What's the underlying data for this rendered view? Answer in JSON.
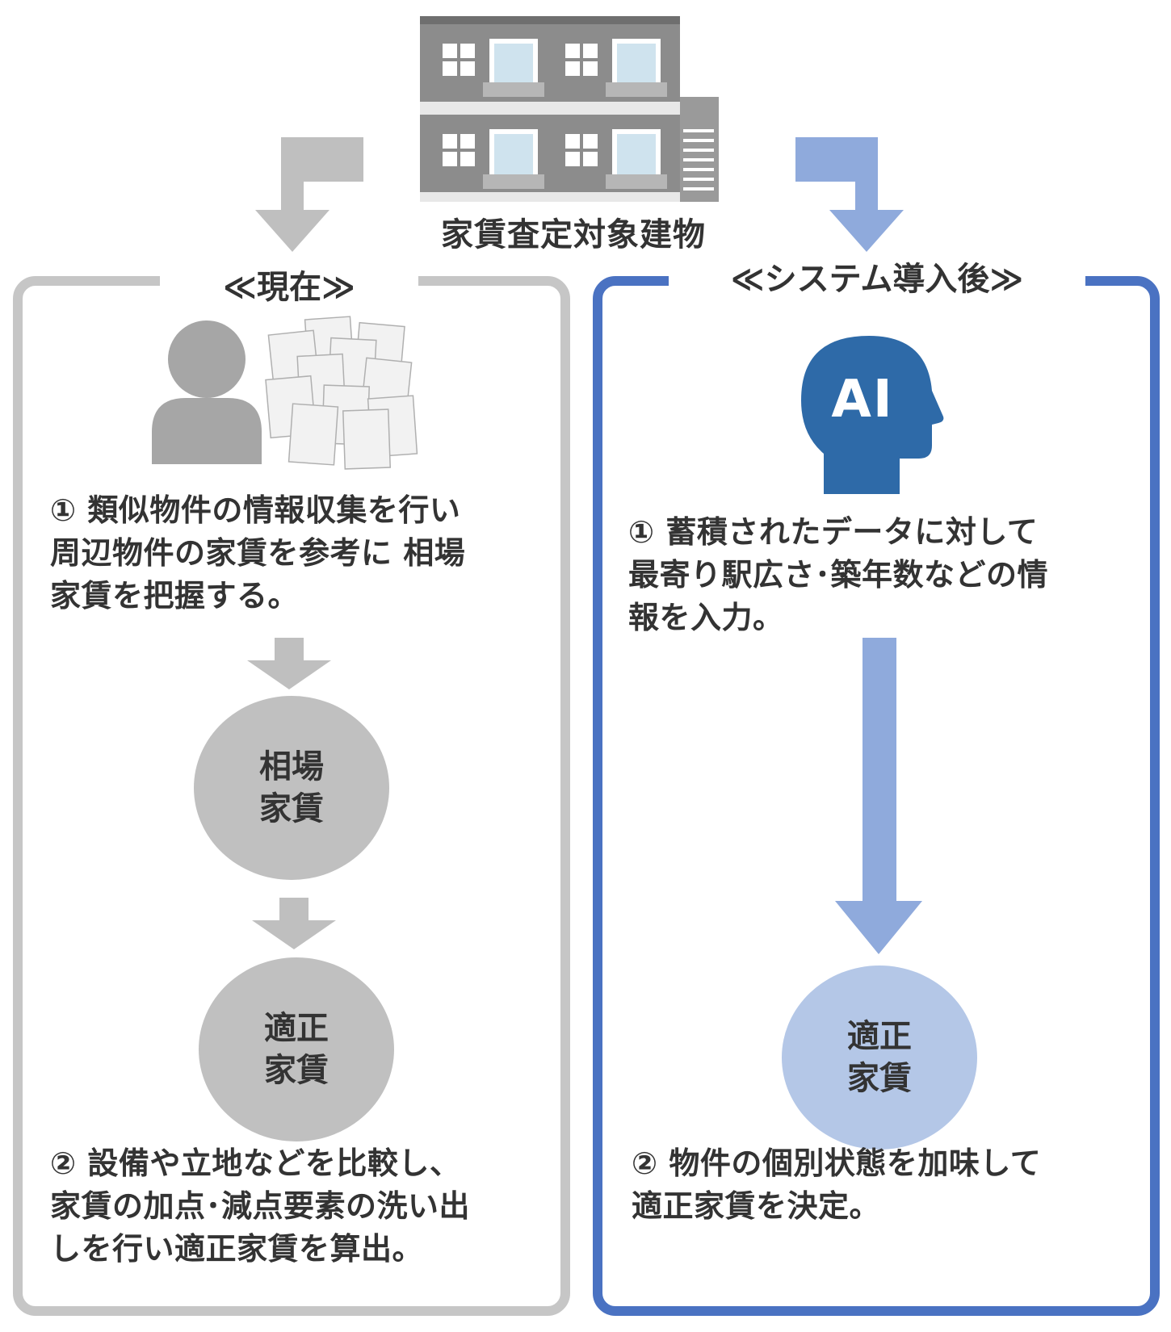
{
  "building": {
    "caption": "家賃査定対象建物"
  },
  "current": {
    "title": "≪現在≫",
    "step1": "① 類似物件の情報収集を行い\n周辺物件の家賃を参考に 相場\n家賃を把握する。",
    "circle1": {
      "line1": "相場",
      "line2": "家賃"
    },
    "circle2": {
      "line1": "適正",
      "line2": "家賃"
    },
    "step2": "② 設備や立地などを比較し、\n家賃の加点･減点要素の洗い出\nしを行い適正家賃を算出。"
  },
  "after": {
    "title": "≪システム導入後≫",
    "ai_label": "AI",
    "step1": "① 蓄積されたデータに対して\n最寄り駅広さ･築年数などの情\n報を入力。",
    "circle": {
      "line1": "適正",
      "line2": "家賃"
    },
    "step2": "② 物件の個別状態を加味して\n適正家賃を決定。"
  },
  "colors": {
    "gray_arrow": "#bfbfbf",
    "blue_arrow": "#8faadc",
    "gray_border": "#c6c6c6",
    "blue_border": "#4a72c2",
    "ai_head": "#2e6aa8"
  }
}
